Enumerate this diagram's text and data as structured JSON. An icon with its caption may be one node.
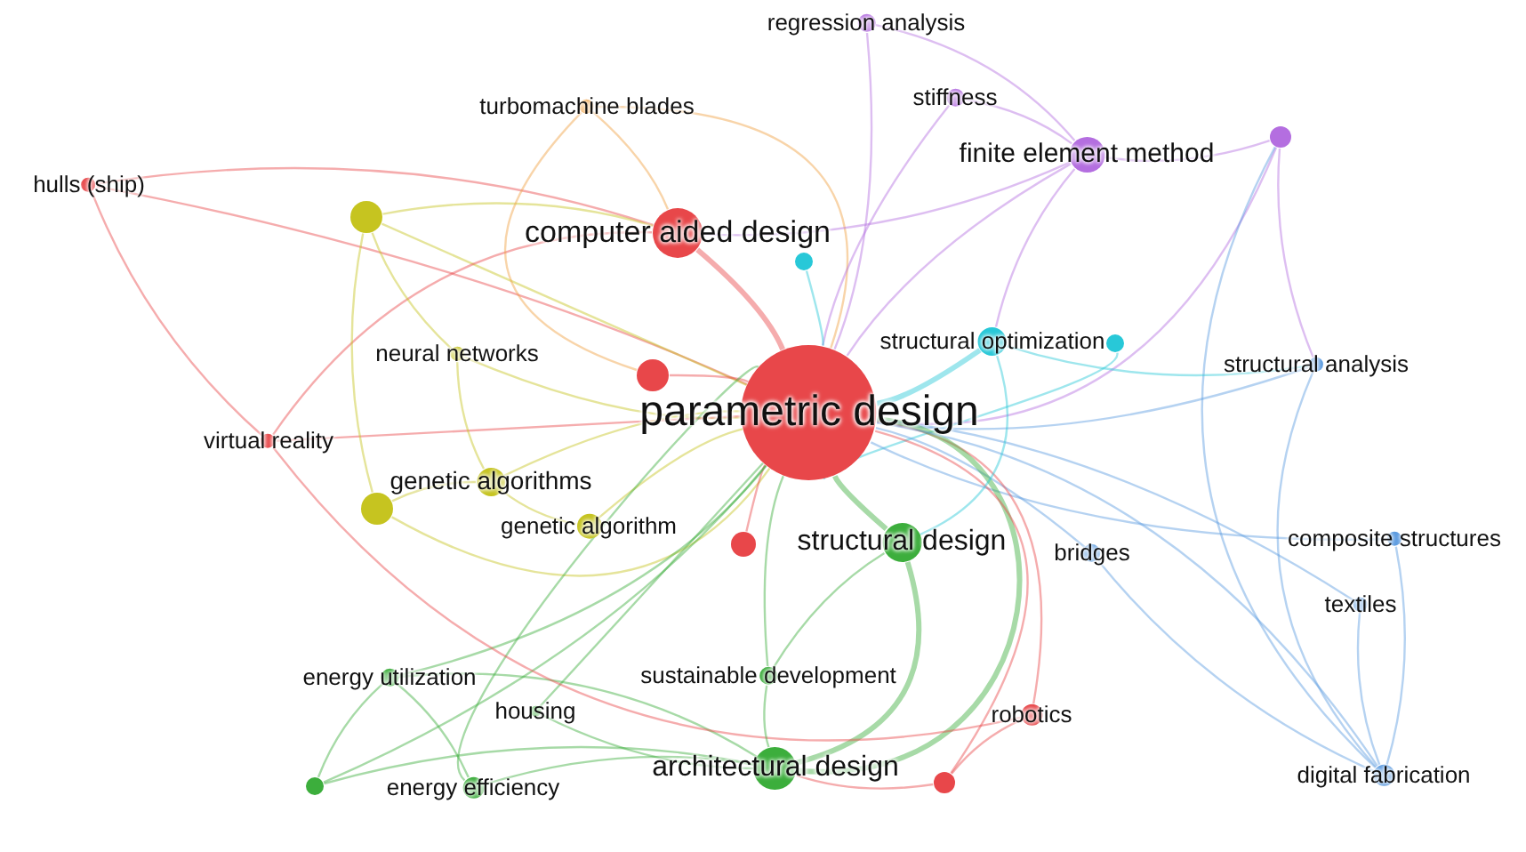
{
  "diagram": {
    "nodes": [
      {
        "text": [
          "regression analysis"
        ]
      },
      {
        "text": [
          "turbomachine blades"
        ]
      },
      {
        "text": [
          "stiffness"
        ]
      },
      {
        "text": [
          "finite element method"
        ]
      },
      {
        "text": [],
        "shape": "circle"
      },
      {
        "text": [
          "hulls (ship)"
        ]
      },
      {
        "text": [],
        "shape": "circle"
      },
      {
        "text": [
          "computer aided design"
        ]
      },
      {
        "text": [],
        "shape": "circle"
      },
      {
        "text": [
          "neural networks"
        ]
      },
      {
        "text": [],
        "shape": "circle"
      },
      {
        "text": [
          "structural optimization"
        ]
      },
      {
        "text": [],
        "shape": "circle"
      },
      {
        "text": [
          "structural analysis"
        ]
      },
      {
        "text": [
          "parametric design"
        ]
      },
      {
        "text": [
          "virtual reality"
        ]
      },
      {
        "text": [
          "genetic algorithms"
        ]
      },
      {
        "text": [],
        "shape": "circle"
      },
      {
        "text": [
          "genetic algorithm"
        ]
      },
      {
        "text": [],
        "shape": "circle"
      },
      {
        "text": [
          "structural design"
        ]
      },
      {
        "text": [
          "bridges"
        ]
      },
      {
        "text": [
          "composite structures"
        ]
      },
      {
        "text": [
          "textiles"
        ]
      },
      {
        "text": [
          "energy utilization"
        ]
      },
      {
        "text": [
          "sustainable development"
        ]
      },
      {
        "text": [
          "robotics"
        ]
      },
      {
        "text": [
          "housing"
        ]
      },
      {
        "text": [
          "energy efficiency"
        ]
      },
      {
        "text": [
          "architectural design"
        ]
      },
      {
        "text": [],
        "shape": "circle"
      },
      {
        "text": [],
        "shape": "circle"
      },
      {
        "text": [
          "digital fabrication"
        ]
      }
    ],
    "edges": [
      {
        "from": 14,
        "to": 0,
        "arrow": "none",
        "color": "#b46ee0"
      },
      {
        "from": 14,
        "to": 1,
        "arrow": "none",
        "color": "#f0a040"
      },
      {
        "from": 14,
        "to": 2,
        "arrow": "none",
        "color": "#b46ee0"
      },
      {
        "from": 14,
        "to": 3,
        "arrow": "none",
        "color": "#b46ee0"
      },
      {
        "from": 14,
        "to": 4,
        "arrow": "none",
        "color": "#b46ee0"
      },
      {
        "from": 14,
        "to": 5,
        "arrow": "none",
        "color": "#e8474a"
      },
      {
        "from": 14,
        "to": 6,
        "arrow": "none",
        "color": "#c6c420"
      },
      {
        "from": 14,
        "to": 7,
        "arrow": "none",
        "color": "#e8474a",
        "style": "thick"
      },
      {
        "from": 14,
        "to": 8,
        "arrow": "none",
        "color": "#28c8d8"
      },
      {
        "from": 14,
        "to": 9,
        "arrow": "none",
        "color": "#c6c420"
      },
      {
        "from": 14,
        "to": 10,
        "arrow": "none",
        "color": "#e8474a"
      },
      {
        "from": 14,
        "to": 11,
        "arrow": "none",
        "color": "#28c8d8",
        "style": "thick"
      },
      {
        "from": 14,
        "to": 12,
        "arrow": "none",
        "color": "#28c8d8"
      },
      {
        "from": 14,
        "to": 13,
        "arrow": "none",
        "color": "#5b9be0"
      },
      {
        "from": 14,
        "to": 15,
        "arrow": "none",
        "color": "#e8474a"
      },
      {
        "from": 14,
        "to": 16,
        "arrow": "none",
        "color": "#c6c420"
      },
      {
        "from": 14,
        "to": 17,
        "arrow": "none",
        "color": "#c6c420"
      },
      {
        "from": 14,
        "to": 18,
        "arrow": "none",
        "color": "#c6c420"
      },
      {
        "from": 14,
        "to": 19,
        "arrow": "none",
        "color": "#e8474a"
      },
      {
        "from": 14,
        "to": 20,
        "arrow": "none",
        "color": "#3cae3c",
        "style": "thick"
      },
      {
        "from": 14,
        "to": 21,
        "arrow": "none",
        "color": "#5b9be0"
      },
      {
        "from": 14,
        "to": 22,
        "arrow": "none",
        "color": "#5b9be0"
      },
      {
        "from": 14,
        "to": 23,
        "arrow": "none",
        "color": "#5b9be0"
      },
      {
        "from": 14,
        "to": 24,
        "arrow": "none",
        "color": "#3cae3c"
      },
      {
        "from": 14,
        "to": 25,
        "arrow": "none",
        "color": "#3cae3c"
      },
      {
        "from": 14,
        "to": 26,
        "arrow": "none",
        "color": "#e8474a"
      },
      {
        "from": 14,
        "to": 27,
        "arrow": "none",
        "color": "#3cae3c"
      },
      {
        "from": 14,
        "to": 28,
        "arrow": "none",
        "color": "#3cae3c"
      },
      {
        "from": 14,
        "to": 29,
        "arrow": "none",
        "color": "#3cae3c",
        "style": "thick"
      },
      {
        "from": 14,
        "to": 30,
        "arrow": "none",
        "color": "#e8474a"
      },
      {
        "from": 14,
        "to": 31,
        "arrow": "none",
        "color": "#3cae3c"
      },
      {
        "from": 14,
        "to": 32,
        "arrow": "none",
        "color": "#5b9be0"
      },
      {
        "from": 7,
        "to": 3,
        "arrow": "none",
        "color": "#b46ee0"
      },
      {
        "from": 7,
        "to": 1,
        "arrow": "none",
        "color": "#f0a040"
      },
      {
        "from": 7,
        "to": 5,
        "arrow": "none",
        "color": "#e8474a"
      },
      {
        "from": 7,
        "to": 6,
        "arrow": "none",
        "color": "#c6c420"
      },
      {
        "from": 7,
        "to": 15,
        "arrow": "none",
        "color": "#e8474a"
      },
      {
        "from": 3,
        "to": 2,
        "arrow": "none",
        "color": "#b46ee0"
      },
      {
        "from": 3,
        "to": 0,
        "arrow": "none",
        "color": "#b46ee0"
      },
      {
        "from": 3,
        "to": 4,
        "arrow": "none",
        "color": "#b46ee0"
      },
      {
        "from": 3,
        "to": 11,
        "arrow": "none",
        "color": "#b46ee0"
      },
      {
        "from": 4,
        "to": 32,
        "arrow": "none",
        "color": "#5b9be0"
      },
      {
        "from": 4,
        "to": 13,
        "arrow": "none",
        "color": "#b46ee0"
      },
      {
        "from": 11,
        "to": 13,
        "arrow": "none",
        "color": "#28c8d8"
      },
      {
        "from": 11,
        "to": 20,
        "arrow": "none",
        "color": "#28c8d8"
      },
      {
        "from": 13,
        "to": 32,
        "arrow": "none",
        "color": "#5b9be0"
      },
      {
        "from": 22,
        "to": 32,
        "arrow": "none",
        "color": "#5b9be0"
      },
      {
        "from": 23,
        "to": 32,
        "arrow": "none",
        "color": "#5b9be0"
      },
      {
        "from": 21,
        "to": 32,
        "arrow": "none",
        "color": "#5b9be0"
      },
      {
        "from": 20,
        "to": 29,
        "arrow": "none",
        "color": "#3cae3c",
        "style": "thick"
      },
      {
        "from": 29,
        "to": 28,
        "arrow": "none",
        "color": "#3cae3c"
      },
      {
        "from": 29,
        "to": 24,
        "arrow": "none",
        "color": "#3cae3c"
      },
      {
        "from": 29,
        "to": 31,
        "arrow": "none",
        "color": "#3cae3c"
      },
      {
        "from": 28,
        "to": 24,
        "arrow": "none",
        "color": "#3cae3c"
      },
      {
        "from": 24,
        "to": 31,
        "arrow": "none",
        "color": "#3cae3c"
      },
      {
        "from": 16,
        "to": 17,
        "arrow": "none",
        "color": "#c6c420"
      },
      {
        "from": 16,
        "to": 18,
        "arrow": "none",
        "color": "#c6c420"
      },
      {
        "from": 6,
        "to": 17,
        "arrow": "none",
        "color": "#c6c420"
      },
      {
        "from": 6,
        "to": 9,
        "arrow": "none",
        "color": "#c6c420"
      },
      {
        "from": 5,
        "to": 15,
        "arrow": "none",
        "color": "#e8474a"
      },
      {
        "from": 15,
        "to": 26,
        "arrow": "none",
        "color": "#e8474a"
      },
      {
        "from": 29,
        "to": 30,
        "arrow": "none",
        "color": "#e8474a"
      },
      {
        "from": 26,
        "to": 30,
        "arrow": "none",
        "color": "#e8474a"
      },
      {
        "from": 20,
        "to": 25,
        "arrow": "none",
        "color": "#3cae3c"
      },
      {
        "from": 25,
        "to": 29,
        "arrow": "none",
        "color": "#3cae3c"
      },
      {
        "from": 27,
        "to": 29,
        "arrow": "none",
        "color": "#3cae3c"
      },
      {
        "from": 9,
        "to": 16,
        "arrow": "none",
        "color": "#c6c420"
      },
      {
        "from": 1,
        "to": 10,
        "arrow": "none",
        "color": "#f0a040"
      }
    ]
  }
}
